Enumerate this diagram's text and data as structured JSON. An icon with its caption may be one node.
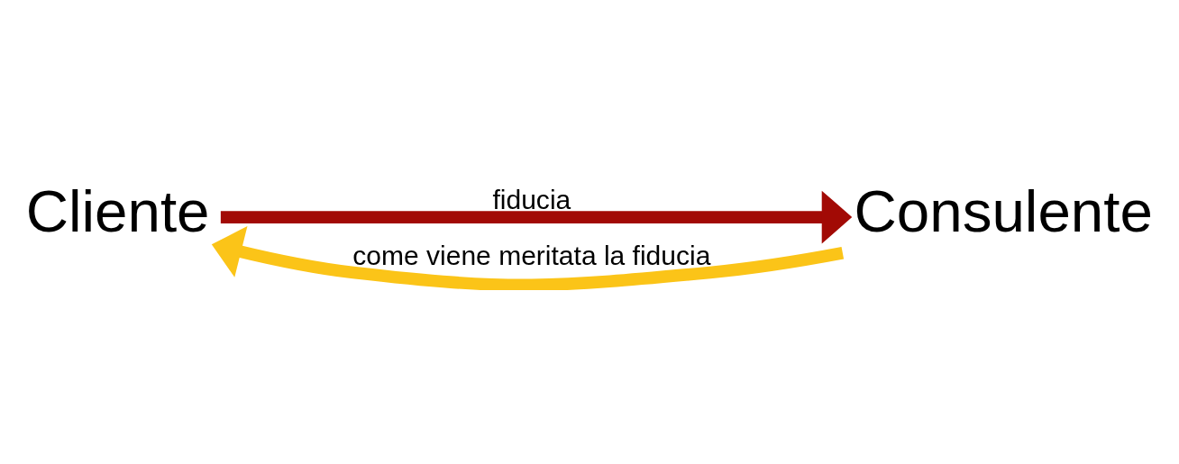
{
  "diagram": {
    "nodes": [
      {
        "text": [
          "Cliente"
        ]
      },
      {
        "text": [
          "Consulente"
        ]
      }
    ],
    "edges": [
      {
        "from": 0,
        "to": 1,
        "arrow": "to",
        "label": "fiducia",
        "color": "#a20a05"
      },
      {
        "from": 1,
        "to": 0,
        "arrow": "to",
        "label": "come viene meritata la fiducia",
        "color": "#fbc418"
      }
    ]
  }
}
